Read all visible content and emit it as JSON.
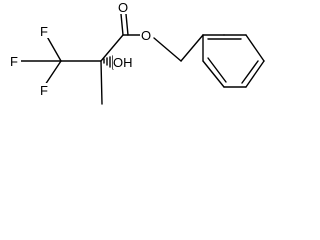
{
  "structure": {
    "atoms": {
      "f1": "F",
      "f2": "F",
      "f3": "F",
      "o_carbonyl": "O",
      "o_ester": "O",
      "oh": "OH"
    },
    "colors": {
      "bond": "#000000",
      "label": "#000000",
      "background": "#ffffff"
    }
  }
}
